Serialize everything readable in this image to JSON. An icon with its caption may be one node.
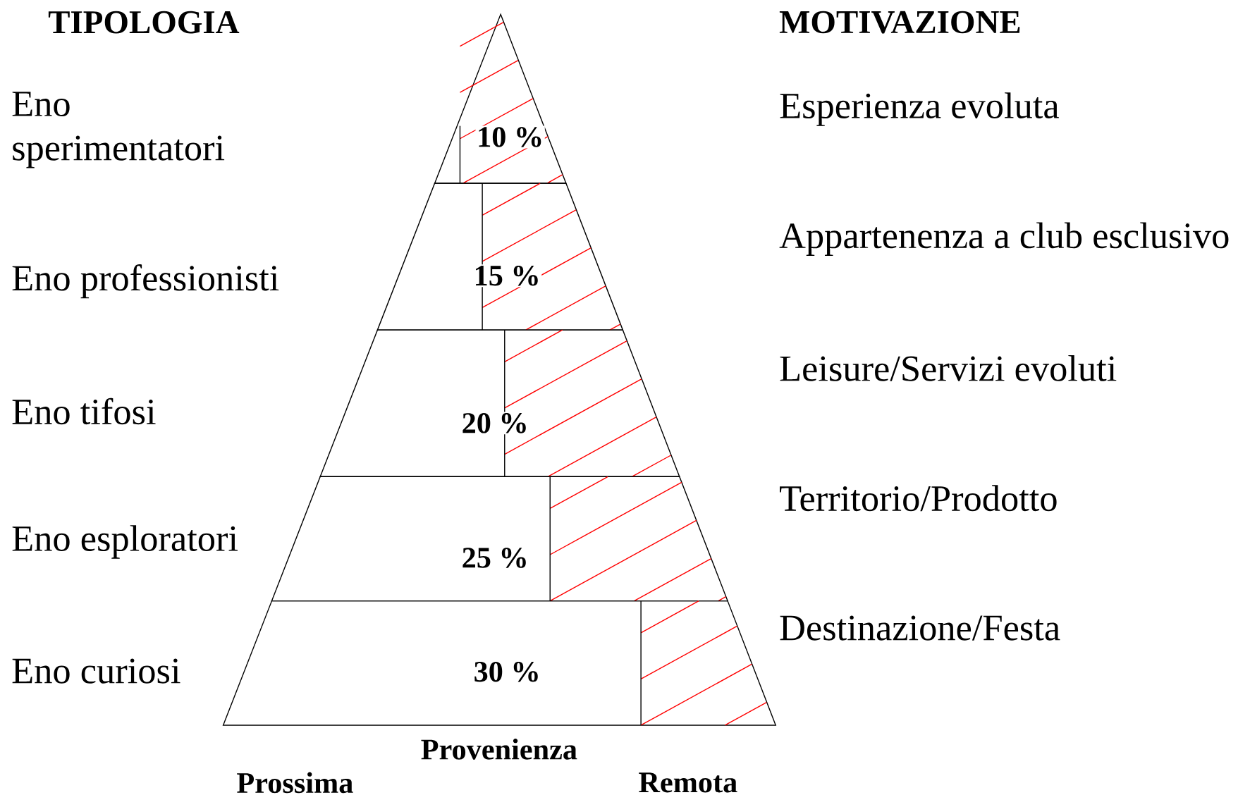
{
  "diagram": {
    "nodes": [
      {
        "text": [
          "10 %"
        ]
      },
      {
        "text": [
          "15 %"
        ]
      },
      {
        "text": [
          "20 %"
        ]
      },
      {
        "text": [
          "25 %"
        ]
      },
      {
        "text": [
          "30 %"
        ]
      }
    ],
    "labels": [
      "TIPOLOGIA",
      "MOTIVAZIONE",
      "Eno sperimentatori",
      "Esperienza evoluta",
      "Appartenenza a club esclusivo",
      "Eno professionisti",
      "Leisure/Servizi evoluti",
      "Eno tifosi",
      "Territorio/Prodotto",
      "Eno esploratori",
      "Destinazione/Festa",
      "Eno curiosi",
      "Provenienza",
      "Prossima",
      "Remota"
    ]
  }
}
